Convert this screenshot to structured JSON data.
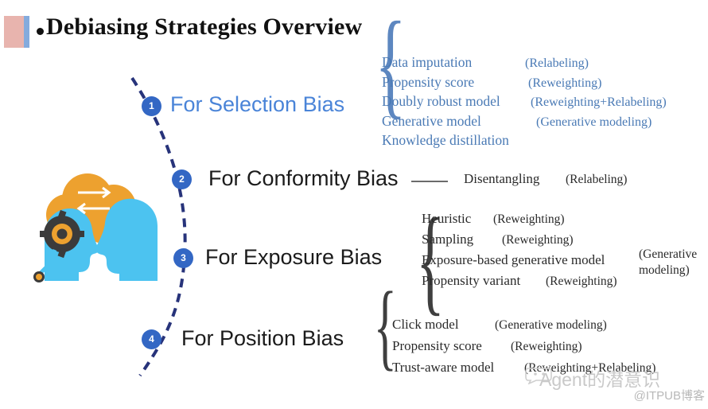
{
  "slide": {
    "title": "Debiasing Strategies Overview",
    "bullet_glyph": "•",
    "accent_swatch_color": "#e8b4ae",
    "accent_stripe_color": "#84abdd",
    "node_color": "#3367c4",
    "heading1_color": "#4a84d8",
    "group1_text_color": "#4a7ab5",
    "illustration_cloud_color": "#eda12f",
    "illustration_head_color": "#4cc3f0"
  },
  "sections": [
    {
      "number": "1",
      "heading": "For Selection Bias",
      "brace": "{",
      "items": [
        {
          "term": "Data imputation",
          "tag": "(Relabeling)"
        },
        {
          "term": "Propensity score",
          "tag": "(Reweighting)"
        },
        {
          "term": "Doubly robust model",
          "tag": "(Reweighting+Relabeling)"
        },
        {
          "term": "Generative model",
          "tag": "(Generative modeling)"
        },
        {
          "term": "Knowledge distillation",
          "tag": ""
        }
      ]
    },
    {
      "number": "2",
      "heading": "For Conformity Bias",
      "connector": "—",
      "items": [
        {
          "term": "Disentangling",
          "tag": "(Relabeling)"
        }
      ]
    },
    {
      "number": "3",
      "heading": "For Exposure Bias",
      "brace": "{",
      "items": [
        {
          "term": "Heuristic",
          "tag": "(Reweighting)"
        },
        {
          "term": "Sampling",
          "tag": "(Reweighting)"
        },
        {
          "term": "Exposure-based generative model",
          "tag": ""
        },
        {
          "term": "Propensity variant",
          "tag": "(Reweighting)"
        }
      ],
      "aside": "(Generative modeling)"
    },
    {
      "number": "4",
      "heading": "For Position Bias",
      "brace": "{",
      "items": [
        {
          "term": "Click model",
          "tag": "(Generative modeling)"
        },
        {
          "term": "Propensity score",
          "tag": "(Reweighting)"
        },
        {
          "term": "Trust-aware model",
          "tag": "(Reweighting+Relabeling)"
        }
      ]
    }
  ],
  "watermark": {
    "main": "Agent的潜意识",
    "sub": "@ITPUB博客"
  }
}
